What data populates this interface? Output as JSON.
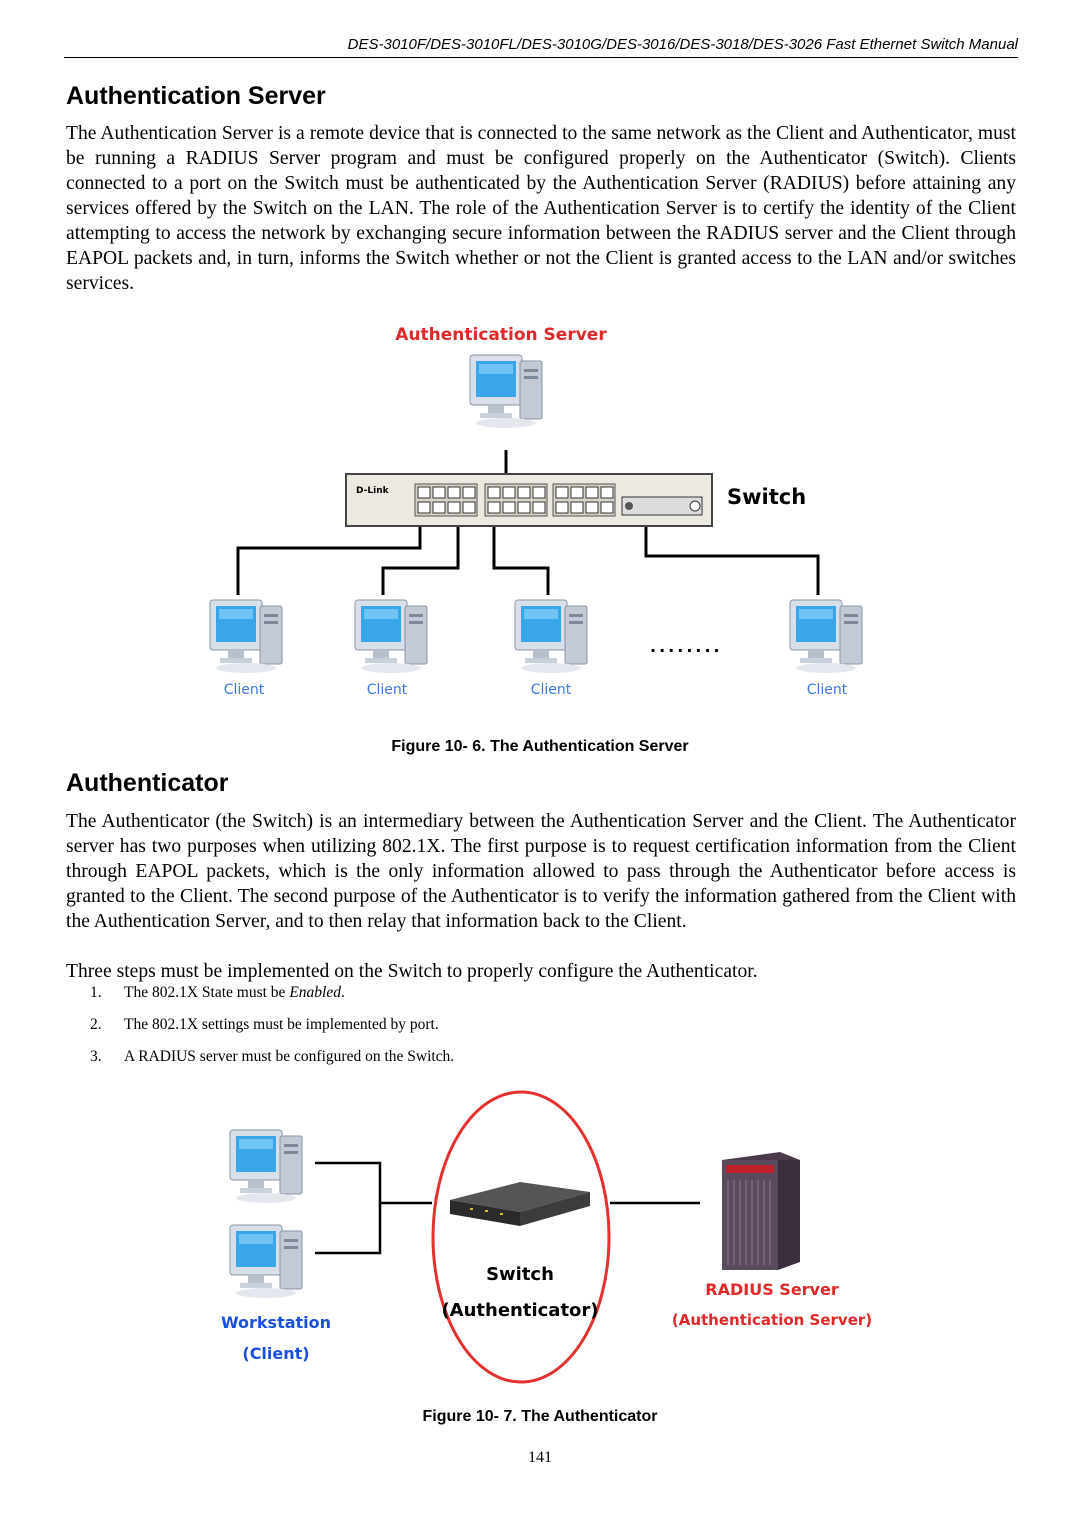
{
  "header": {
    "manual_title": "DES-3010F/DES-3010FL/DES-3010G/DES-3016/DES-3018/DES-3026 Fast Ethernet Switch Manual"
  },
  "section1": {
    "heading": "Authentication Server",
    "paragraph": "The Authentication Server is a remote device that is connected to the same network as the Client and Authenticator, must be running a RADIUS Server program and must be configured properly on the Authenticator (Switch). Clients connected to a port on the Switch must be authenticated by the Authentication Server (RADIUS) before attaining any services offered by the Switch on the LAN. The role of the Authentication Server is to certify the identity of the Client attempting to access the network by exchanging secure information between the RADIUS server and the Client through EAPOL packets and, in turn, informs the Switch whether or not the Client is granted access to the LAN and/or switches services."
  },
  "figure6": {
    "server_label": "Authentication Server",
    "switch_label": "Switch",
    "brand_label": "D-Link",
    "client_labels": [
      "Client",
      "Client",
      "Client",
      "Client"
    ],
    "ellipsis": "........",
    "caption": "Figure 10- 6. The Authentication Server"
  },
  "section2": {
    "heading": "Authenticator",
    "paragraph": "The Authenticator (the Switch) is an intermediary between the Authentication Server and the Client. The Authenticator server has two purposes when utilizing 802.1X. The first purpose is to request certification information from the Client through EAPOL packets, which is the only information allowed to pass through the Authenticator before access is granted to the Client. The second purpose of the Authenticator is to verify the information gathered from the Client with the Authentication Server, and to then relay that information back to the Client.",
    "intro": "Three steps must be implemented on the Switch to properly configure the Authenticator.",
    "steps": [
      {
        "num": "1.",
        "text": "The 802.1X State must be ",
        "emph": "Enabled",
        "tail": "."
      },
      {
        "num": "2.",
        "text": "The 802.1X settings must be implemented by port.",
        "emph": "",
        "tail": ""
      },
      {
        "num": "3.",
        "text": "A RADIUS server must be configured on the Switch.",
        "emph": "",
        "tail": ""
      }
    ]
  },
  "figure7": {
    "switch_label": "Switch",
    "authenticator_label": "(Authenticator)",
    "radius_label": "RADIUS Server",
    "auth_server_label": "(Authentication Server)",
    "workstation_label": "Workstation",
    "client_label": "(Client)",
    "caption": "Figure 10- 7. The Authenticator"
  },
  "page_number": "141",
  "colors": {
    "red_label": "#e0282a",
    "blue_label": "#1a50e0",
    "client_label": "#3a7ad8",
    "monitor_blue": "#3aa6ea"
  }
}
